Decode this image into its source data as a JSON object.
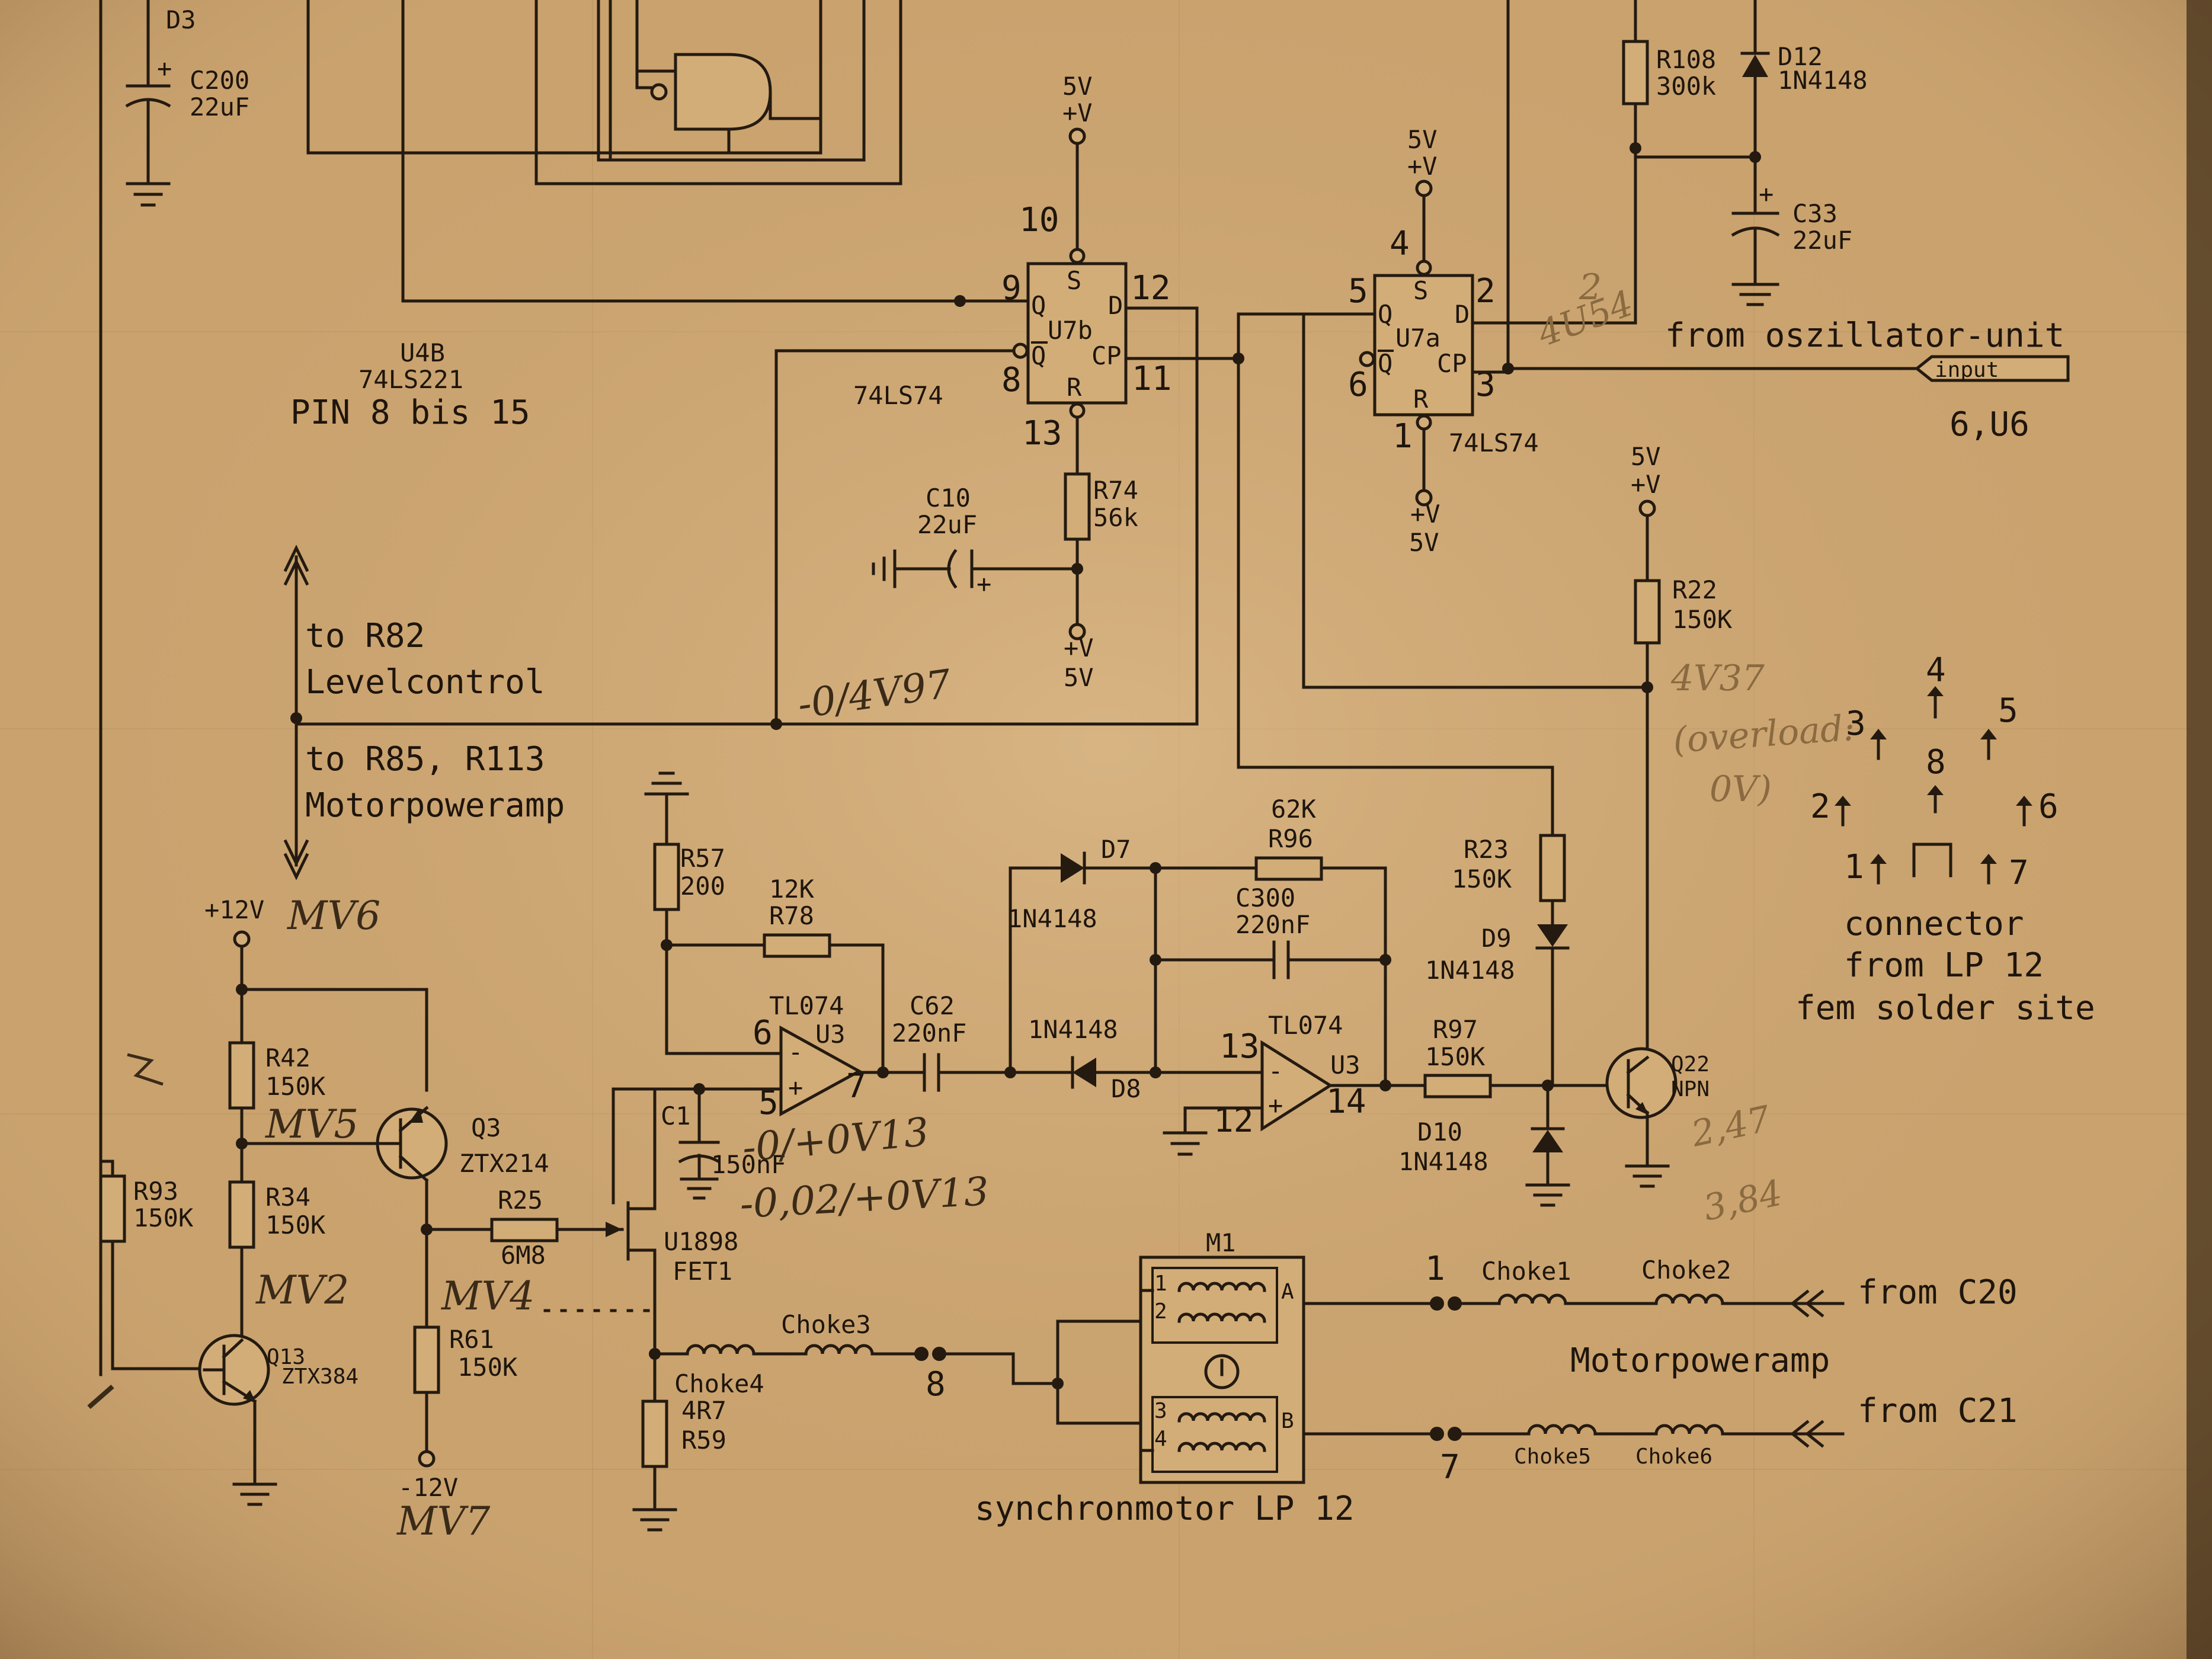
{
  "power": {
    "v5": "5V",
    "plus_v": "+V",
    "plus12": "+12V",
    "minus12": "-12V"
  },
  "components": {
    "D3": "D3",
    "C200": "C200",
    "C200_val": "22uF",
    "U4B": "U4B",
    "U4B_type": "74LS221",
    "U4B_pins": "PIN 8 bis 15",
    "U7b": "U7b",
    "U7b_type": "74LS74",
    "U7a": "U7a",
    "U7a_type": "74LS74",
    "R108": "R108",
    "R108_val": "300k",
    "D12": "D12",
    "D12_val": "1N4148",
    "C33": "C33",
    "C33_val": "22uF",
    "R74": "R74",
    "R74_val": "56k",
    "C10": "C10",
    "C10_val": "22uF",
    "R22": "R22",
    "R22_val": "150K",
    "R57": "R57",
    "R57_val": "200",
    "R78": "R78",
    "R78_val": "12K",
    "U3_a": "TL074",
    "U3_b": "TL074",
    "U3": "U3",
    "C62": "C62",
    "C62_val": "220nF",
    "D7": "D7",
    "D8": "D8",
    "diode_type": "1N4148",
    "R96": "R96",
    "R96_val": "62K",
    "C300": "C300",
    "C300_val": "220nF",
    "R23": "R23",
    "R23_val": "150K",
    "D9": "D9",
    "D9_val": "1N4148",
    "R97": "R97",
    "R97_val": "150K",
    "D10": "D10",
    "D10_val": "1N4148",
    "Q22": "Q22",
    "Q22_val": "NPN",
    "C1": "C1",
    "C1_val": "150nF",
    "R42": "R42",
    "R42_val": "150K",
    "R34": "R34",
    "R34_val": "150K",
    "R93": "R93",
    "R93_val": "150K",
    "Q3": "Q3",
    "Q3_val": "ZTX214",
    "R25": "R25",
    "R25_val": "6M8",
    "U1898": "U1898",
    "FET1": "FET1",
    "R61": "R61",
    "R61_val": "150K",
    "Q13": "Q13",
    "Q13_val": "ZTX384",
    "R59": "R59",
    "R59_val": "4R7",
    "M1": "M1",
    "Choke1": "Choke1",
    "Choke2": "Choke2",
    "Choke3": "Choke3",
    "Choke4": "Choke4",
    "Choke5": "Choke5",
    "Choke6": "Choke6"
  },
  "pins": {
    "u7b_9": "9",
    "u7b_10": "10",
    "u7b_12": "12",
    "u7b_8": "8",
    "u7b_11": "11",
    "u7b_13": "13",
    "u7a_4": "4",
    "u7a_5": "5",
    "u7a_2": "2",
    "u7a_6": "6",
    "u7a_3": "3",
    "u7a_1": "1",
    "ff_S": "S",
    "ff_R": "R",
    "ff_Q": "Q",
    "ff_Qn": "Q",
    "ff_D": "D",
    "ff_CP": "CP",
    "op_6": "6",
    "op_5": "5",
    "op_7": "7",
    "op_13": "13",
    "op_12": "12",
    "op_14": "14",
    "minus": "-",
    "plus": "+",
    "m_1": "1",
    "m_2": "2",
    "m_3": "3",
    "m_4": "4",
    "m_A": "A",
    "m_B": "B",
    "node_1": "1",
    "node_8": "8",
    "node_7": "7"
  },
  "labels": {
    "from_osc": "from oszillator-unit",
    "input_tag": "input",
    "input_ref": "6,U6",
    "to_r82": "to R82",
    "levelcontrol": "Levelcontrol",
    "to_r85": "to R85, R113",
    "motorpoweramp_to": "Motorpoweramp",
    "connector_1": "connector",
    "connector_2": "from LP 12",
    "connector_3": "fem solder site",
    "from_c20": "from C20",
    "from_c21": "from C21",
    "motorpoweramp": "Motorpoweramp",
    "synchronmotor": "synchronmotor LP 12"
  },
  "connector_pins": {
    "p1": "1",
    "p2": "2",
    "p3": "3",
    "p4": "4",
    "p5": "5",
    "p6": "6",
    "p7": "7",
    "p8": "8"
  },
  "annotations": {
    "u7b_q_level": "-0/4V97",
    "r22_level": "4V37",
    "r22_overload_1": "(overload:",
    "r22_overload_2": "0V)",
    "u7a_d_level": "4U54",
    "u7a_d_num": "2",
    "plus12_tag": "MV6",
    "mv5": "MV5",
    "mv2": "MV2",
    "mv4": "MV4",
    "mv7": "MV7",
    "u3_out": "-0/+0V13",
    "c1_level": "-0,02/+0V13",
    "q22_1": "2,47",
    "q22_2": "3,84"
  },
  "colors": {
    "paper": "#c9a26e",
    "ink": "#241a10",
    "pencil": "#3a2a18"
  }
}
